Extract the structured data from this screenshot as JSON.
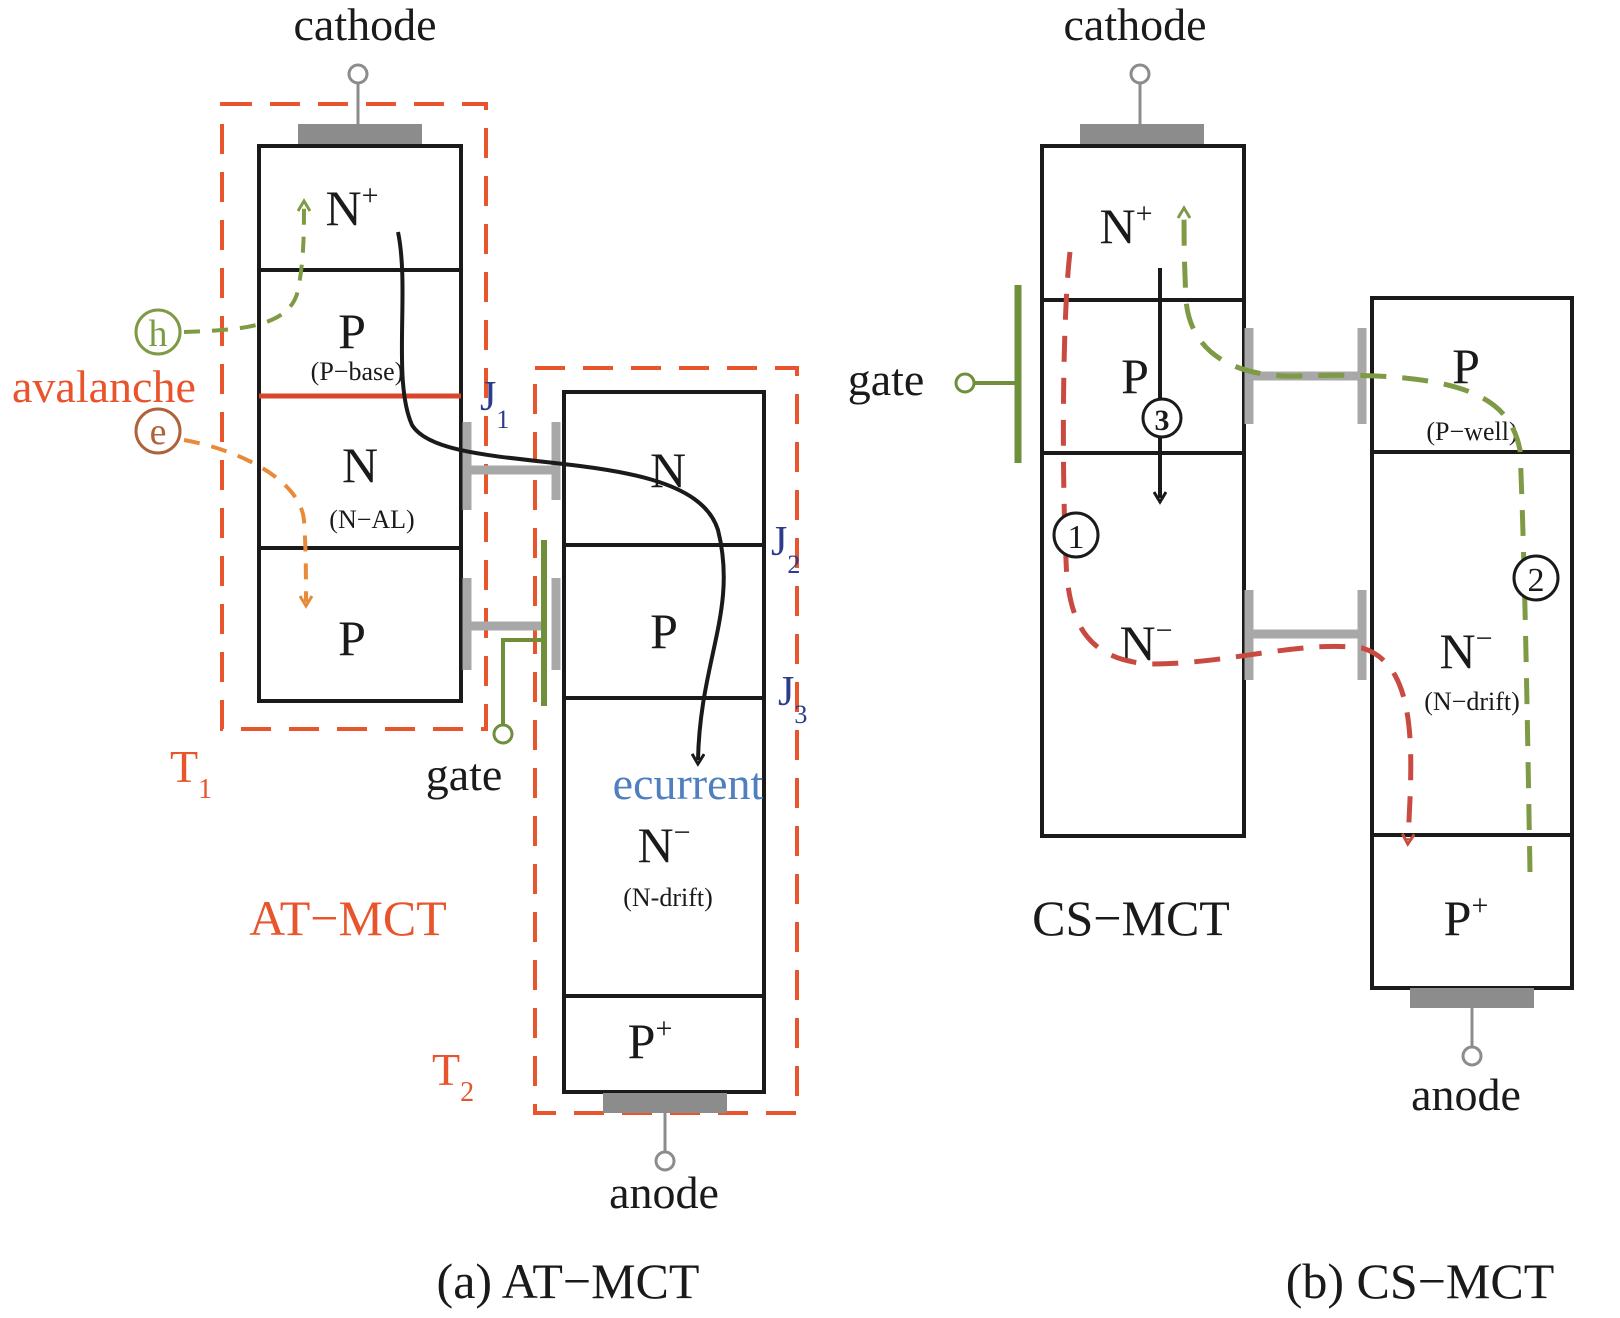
{
  "colors": {
    "region_outline": "#1a1a1a",
    "dashed_box": "#e8542b",
    "hole_path": "#7f9a45",
    "electron_path": "#e88a3a",
    "electron_marker": "#b0623a",
    "current_path": "#1a1a1a",
    "red_path": "#c84a40",
    "junction_label": "#2e3a8c",
    "ecurrent_label": "#4f7fbf",
    "contact": "#8c8c8c",
    "gate_electrode": "#6f8f3a"
  },
  "panel_a": {
    "caption": "(a) AT−MCT",
    "cathode_label": "cathode",
    "anode_label": "anode",
    "gate_label": "gate",
    "device_label": "AT−MCT",
    "t1_label": {
      "main": "T",
      "sub": "1"
    },
    "t2_label": {
      "main": "T",
      "sub": "2"
    },
    "avalanche_label": "avalanche",
    "hole_marker": "h",
    "electron_marker": "e",
    "ecurrent_label": "ecurrent",
    "junctions": [
      {
        "main": "J",
        "sub": "1"
      },
      {
        "main": "J",
        "sub": "2"
      },
      {
        "main": "J",
        "sub": "3"
      }
    ],
    "t1_regions": [
      {
        "main": "N",
        "sup": "+",
        "note": ""
      },
      {
        "main": "P",
        "sup": "",
        "note": "(P−base)"
      },
      {
        "main": "N",
        "sup": "",
        "note": "(N−AL)"
      },
      {
        "main": "P",
        "sup": "",
        "note": ""
      }
    ],
    "t2_regions": [
      {
        "main": "N",
        "sup": "",
        "note": ""
      },
      {
        "main": "P",
        "sup": "",
        "note": ""
      },
      {
        "main": "N",
        "sup": "−",
        "note": "(N-drift)"
      },
      {
        "main": "P",
        "sup": "+",
        "note": ""
      }
    ]
  },
  "panel_b": {
    "caption": "(b) CS−MCT",
    "cathode_label": "cathode",
    "anode_label": "anode",
    "gate_label": "gate",
    "device_label": "CS−MCT",
    "left_regions": [
      {
        "main": "N",
        "sup": "+",
        "note": ""
      },
      {
        "main": "P",
        "sup": "",
        "note": ""
      },
      {
        "main": "N",
        "sup": "−",
        "note": ""
      }
    ],
    "right_regions": [
      {
        "main": "P",
        "sup": "",
        "note": "(P−well)"
      },
      {
        "main": "N",
        "sup": "−",
        "note": "(N−drift)"
      },
      {
        "main": "P",
        "sup": "+",
        "note": ""
      }
    ],
    "path_markers": [
      "1",
      "2",
      "3"
    ]
  }
}
